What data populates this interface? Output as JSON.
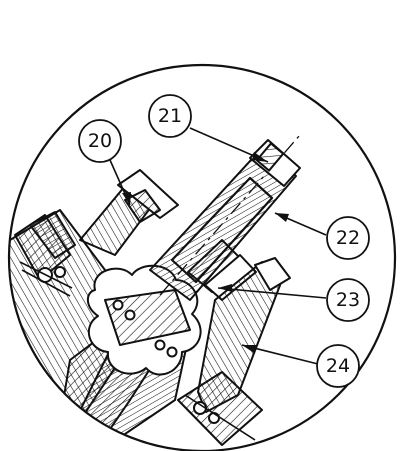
{
  "callouts": [
    {
      "id": "c20",
      "label": "20"
    },
    {
      "id": "c21",
      "label": "21"
    },
    {
      "id": "c22",
      "label": "22"
    },
    {
      "id": "c23",
      "label": "23"
    },
    {
      "id": "c24",
      "label": "24"
    }
  ],
  "colors": {
    "ink": "#111111",
    "paper": "#ffffff"
  }
}
